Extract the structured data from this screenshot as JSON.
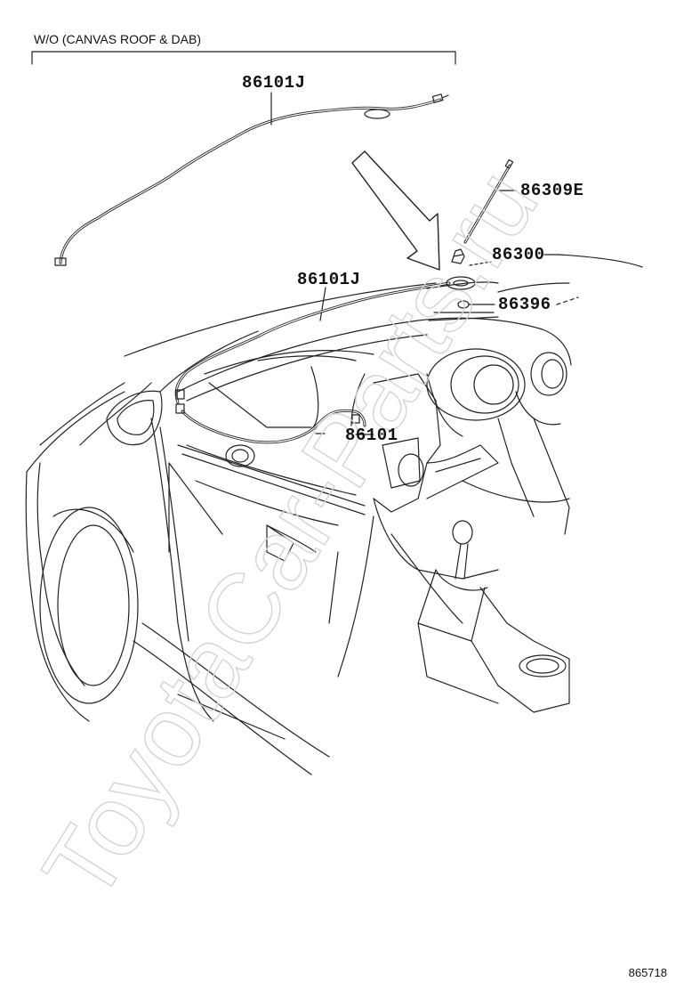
{
  "condition_note": "W/O (CANVAS ROOF & DAB)",
  "part_labels": {
    "antenna_cord_upper": "86101J",
    "antenna_pole": "86309E",
    "antenna_base": "86300",
    "antenna_pad": "86396",
    "antenna_cord_lower": "86101J",
    "antenna_cord_main": "86101"
  },
  "figure_number": "865718",
  "watermark": "ToyotaCar-Parts.ru"
}
